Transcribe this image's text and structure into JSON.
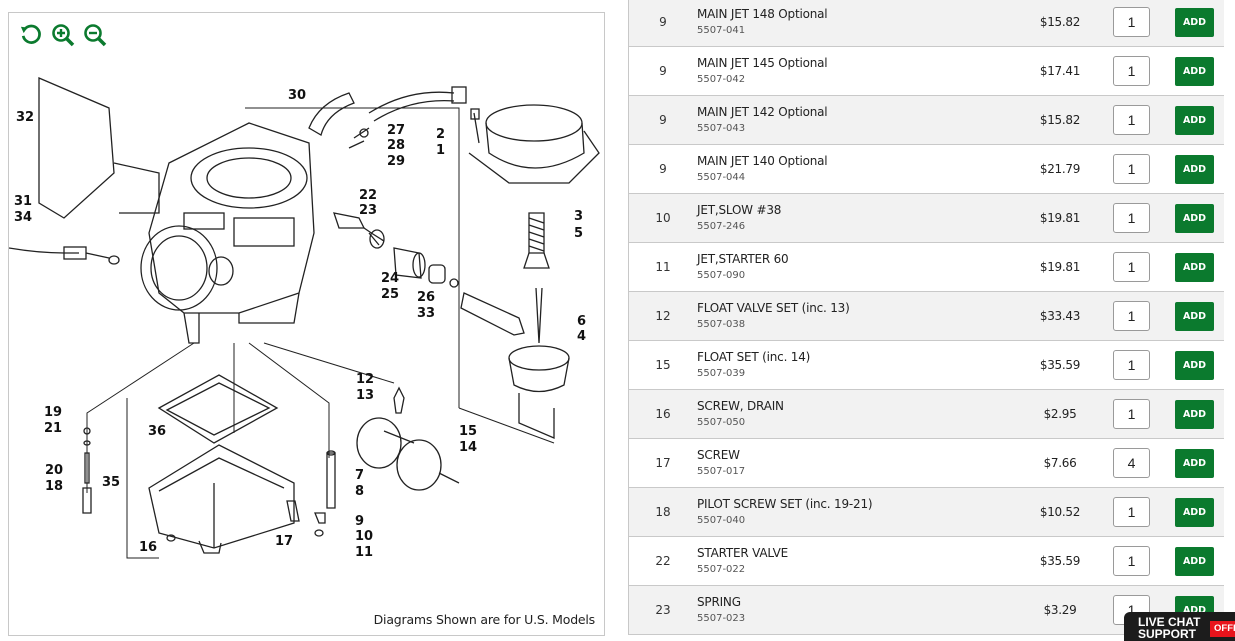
{
  "diagram": {
    "note": "Diagrams Shown are for U.S. Models",
    "tools": [
      {
        "icon": "rotate-icon",
        "label": "Reset"
      },
      {
        "icon": "zoom-in-icon",
        "label": "Zoom in"
      },
      {
        "icon": "zoom-out-icon",
        "label": "Zoom out"
      }
    ],
    "callouts": [
      "30",
      "27",
      "28",
      "29",
      "32",
      "2",
      "1",
      "31",
      "34",
      "22",
      "23",
      "3",
      "5",
      "24",
      "25",
      "26",
      "33",
      "6",
      "4",
      "12",
      "13",
      "19",
      "21",
      "20",
      "18",
      "36",
      "35",
      "15",
      "14",
      "7",
      "8",
      "9",
      "10",
      "11",
      "16",
      "17"
    ],
    "accent": "#0b7a2e"
  },
  "parts": [
    {
      "ref": "9",
      "name": "MAIN JET 148 Optional",
      "number": "5507-041",
      "price": "$15.82",
      "qty": "1"
    },
    {
      "ref": "9",
      "name": "MAIN JET 145 Optional",
      "number": "5507-042",
      "price": "$17.41",
      "qty": "1"
    },
    {
      "ref": "9",
      "name": "MAIN JET 142 Optional",
      "number": "5507-043",
      "price": "$15.82",
      "qty": "1"
    },
    {
      "ref": "9",
      "name": "MAIN JET 140 Optional",
      "number": "5507-044",
      "price": "$21.79",
      "qty": "1"
    },
    {
      "ref": "10",
      "name": "JET,SLOW #38",
      "number": "5507-246",
      "price": "$19.81",
      "qty": "1"
    },
    {
      "ref": "11",
      "name": "JET,STARTER 60",
      "number": "5507-090",
      "price": "$19.81",
      "qty": "1"
    },
    {
      "ref": "12",
      "name": "FLOAT VALVE SET (inc. 13)",
      "number": "5507-038",
      "price": "$33.43",
      "qty": "1"
    },
    {
      "ref": "15",
      "name": "FLOAT SET (inc. 14)",
      "number": "5507-039",
      "price": "$35.59",
      "qty": "1"
    },
    {
      "ref": "16",
      "name": "SCREW, DRAIN",
      "number": "5507-050",
      "price": "$2.95",
      "qty": "1"
    },
    {
      "ref": "17",
      "name": "SCREW",
      "number": "5507-017",
      "price": "$7.66",
      "qty": "4"
    },
    {
      "ref": "18",
      "name": "PILOT SCREW SET (inc. 19-21)",
      "number": "5507-040",
      "price": "$10.52",
      "qty": "1"
    },
    {
      "ref": "22",
      "name": "STARTER VALVE",
      "number": "5507-022",
      "price": "$35.59",
      "qty": "1"
    },
    {
      "ref": "23",
      "name": "SPRING",
      "number": "5507-023",
      "price": "$3.29",
      "qty": "1"
    }
  ],
  "add_label": "ADD",
  "chat": {
    "label": "LIVE CHAT SUPPORT",
    "status": "OFFLINE",
    "status_color": "#e8141c"
  }
}
